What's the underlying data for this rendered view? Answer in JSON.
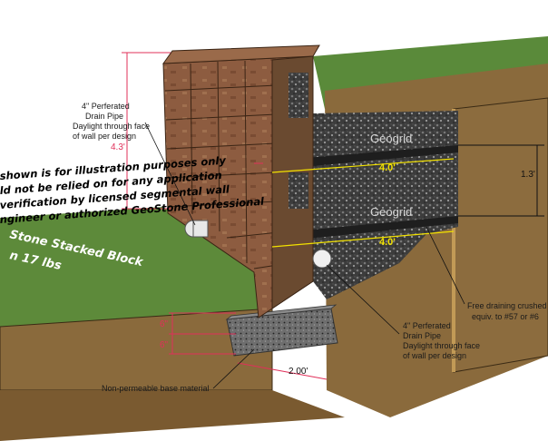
{
  "labels": {
    "top_pipe": [
      "4\" Perferated",
      "Drain Pipe",
      "Daylight through face",
      "of wall per design"
    ],
    "bottom_pipe": [
      "4\" Perferated",
      "Drain Pipe",
      "Daylight through face",
      "of wall per design"
    ],
    "crushed": [
      "Free draining crushed",
      "equiv. to #57 or #6"
    ],
    "base": "Non-permeable base material",
    "geogrid_upper": "Geogrid",
    "geogrid_lower": "Geogrid"
  },
  "dimensions": {
    "wall_height": "4.3'",
    "grid_length_upper": "4.0'",
    "grid_length_lower": "4.0'",
    "grid_spacing": "1.3'",
    "base_width": "2.00'",
    "embed_a": "6\"",
    "embed_b": "6\""
  },
  "disclaimer": [
    "shown is for illustration purposes only",
    "ld not be relied on for any application",
    "verification by licensed segmental wall",
    "ngineer or authorized GeoStone Professional"
  ],
  "brand_text": [
    "Stone Stacked Block",
    "n 17 lbs"
  ],
  "colors": {
    "grass": "#5d8a3a",
    "soil": "#8a6a3c",
    "block": "#8a5a3e",
    "gravel": "#3e3e3e",
    "dimension_red": "#e0305a",
    "dimension_yellow": "#f2e100"
  }
}
